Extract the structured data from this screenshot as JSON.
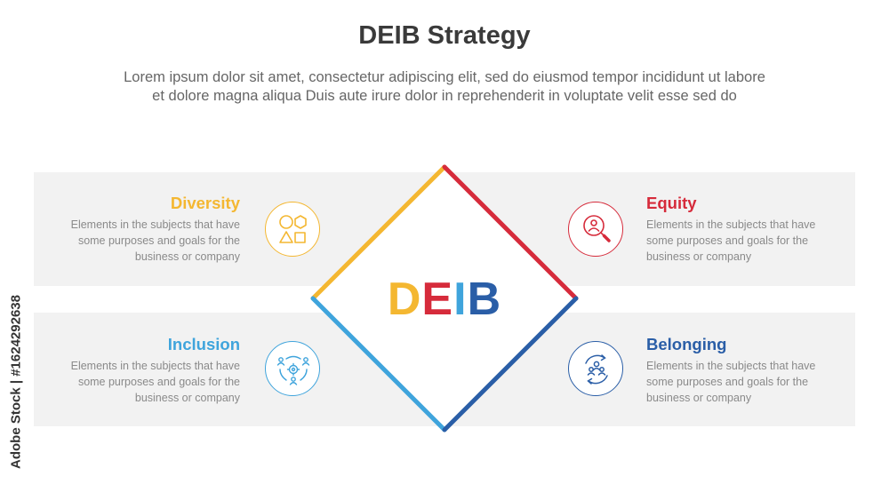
{
  "header": {
    "title": "DEIB Strategy",
    "subtitle_line1": "Lorem ipsum dolor sit amet, consectetur adipiscing elit, sed do eiusmod tempor incididunt ut labore",
    "subtitle_line2": "et dolore magna aliqua Duis aute irure dolor in reprehenderit in voluptate velit esse sed do"
  },
  "center": {
    "letters": [
      "D",
      "E",
      "I",
      "B"
    ],
    "letter_colors": [
      "#f4b731",
      "#d62b3b",
      "#3fa4dc",
      "#2a5ea7"
    ]
  },
  "items": {
    "diversity": {
      "title": "Diversity",
      "desc": [
        "Elements in the subjects that have",
        "some purposes and goals for the",
        "business or company"
      ],
      "color": "#f4b731",
      "icon": "shapes-icon"
    },
    "equity": {
      "title": "Equity",
      "desc": [
        "Elements in the subjects that have",
        "some purposes and goals for the",
        "business or company"
      ],
      "color": "#d62b3b",
      "icon": "person-search-icon"
    },
    "inclusion": {
      "title": "Inclusion",
      "desc": [
        "Elements in the subjects that have",
        "some purposes and goals for the",
        "business or company"
      ],
      "color": "#3fa4dc",
      "icon": "people-gear-icon"
    },
    "belonging": {
      "title": "Belonging",
      "desc": [
        "Elements in the subjects that have",
        "some purposes and goals for the",
        "business or company"
      ],
      "color": "#2a5ea7",
      "icon": "group-cycle-icon"
    }
  },
  "watermark": {
    "text": "Adobe Stock | #1624292638"
  }
}
